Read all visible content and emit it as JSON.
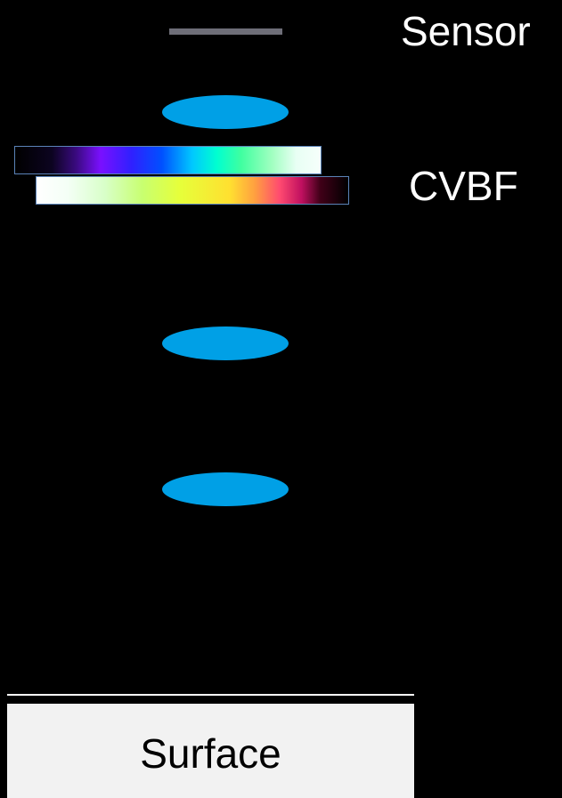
{
  "labels": {
    "sensor": "Sensor",
    "filter": "CVBF",
    "surface": "Surface"
  },
  "colors": {
    "background": "#000000",
    "lens": "#00a0e6",
    "sensor_bar": "#6e6e78",
    "surface": "#f2f2f2",
    "text": "#ffffff",
    "filter_border": "#5b83b8"
  }
}
